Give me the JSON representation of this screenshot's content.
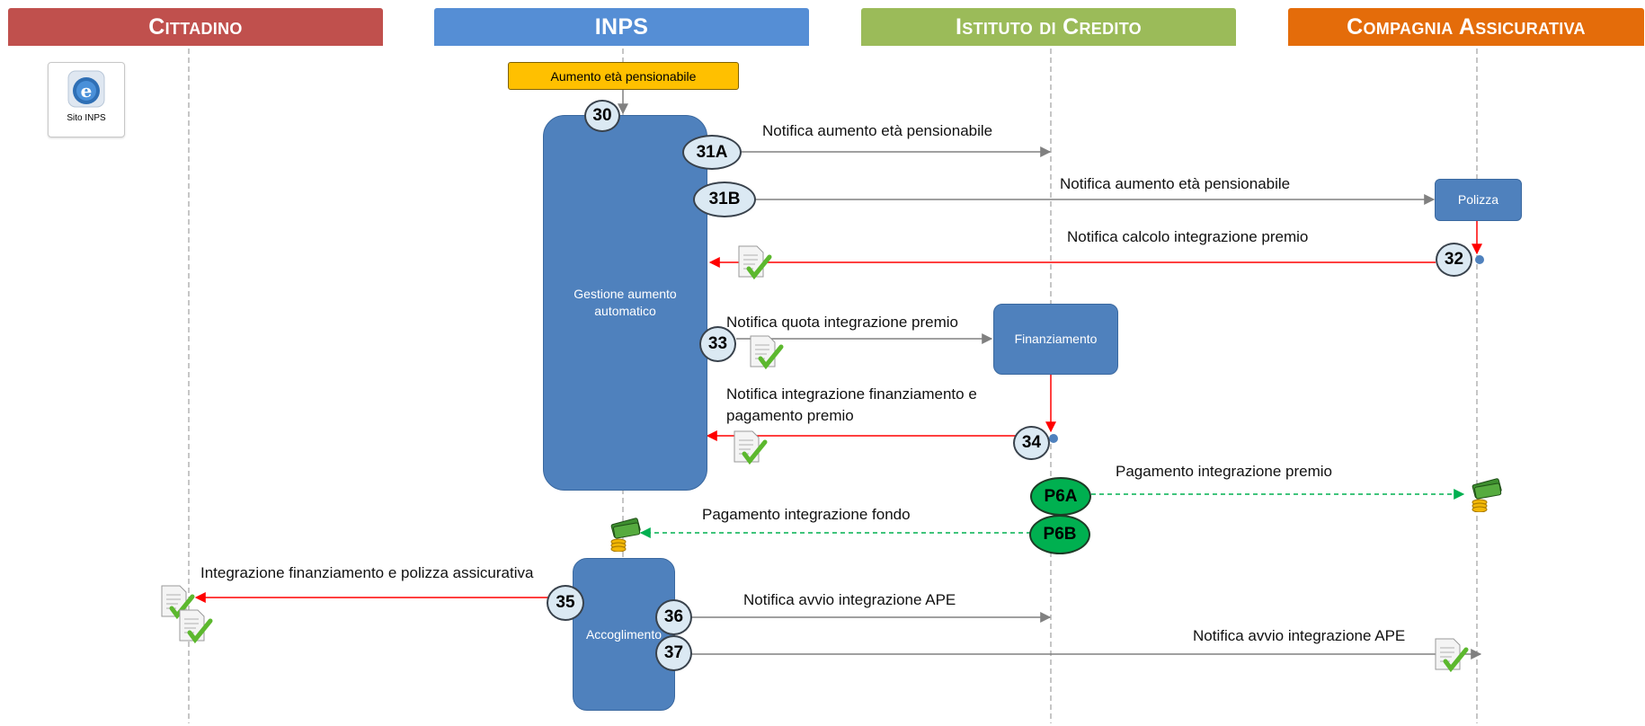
{
  "lanes": {
    "cittadino": {
      "label": "Cittadino",
      "color": "#c0504d"
    },
    "inps": {
      "label": "INPS",
      "color": "#558ed5"
    },
    "istituto": {
      "label": "Istituto di Credito",
      "color": "#9bbb59"
    },
    "compagnia": {
      "label": "Compagnia Assicurativa",
      "color": "#e46c0a"
    }
  },
  "site": {
    "label": "Sito INPS",
    "icon": "ie-browser-icon"
  },
  "event": {
    "label": "Aumento età pensionabile"
  },
  "boxes": {
    "gestione": "Gestione aumento automatico",
    "polizza": "Polizza",
    "finanziamento": "Finanziamento",
    "accoglimento": "Accoglimento"
  },
  "steps": {
    "s30": "30",
    "s31a": "31A",
    "s31b": "31B",
    "s32": "32",
    "s33": "33",
    "s34": "34",
    "s35": "35",
    "s36": "36",
    "s37": "37",
    "p6a": "P6A",
    "p6b": "P6B"
  },
  "messages": {
    "m31a": "Notifica aumento età pensionabile",
    "m31b": "Notifica aumento età pensionabile",
    "m32": "Notifica calcolo integrazione premio",
    "m33": "Notifica quota integrazione premio",
    "m34_line1": "Notifica integrazione finanziamento e",
    "m34_line2": "pagamento premio",
    "mp6a": "Pagamento integrazione premio",
    "mp6b": "Pagamento integrazione fondo",
    "m35": "Integrazione finanziamento e polizza assicurativa",
    "m36": "Notifica avvio integrazione APE",
    "m37": "Notifica avvio integrazione APE"
  },
  "colors": {
    "flow": "#808080",
    "response": "#ff0000",
    "payment": "#00b050",
    "box": "#4f81bd"
  }
}
